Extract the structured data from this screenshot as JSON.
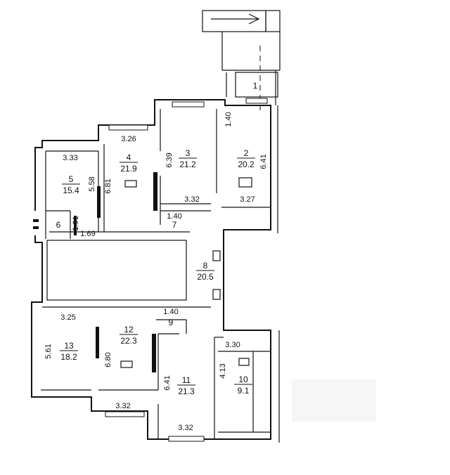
{
  "rooms": [
    {
      "id": "1",
      "area": ""
    },
    {
      "id": "2",
      "area": "20.2"
    },
    {
      "id": "3",
      "area": "21.2"
    },
    {
      "id": "4",
      "area": "21.9"
    },
    {
      "id": "5",
      "area": "15.4"
    },
    {
      "id": "6",
      "area": ""
    },
    {
      "id": "7",
      "area": ""
    },
    {
      "id": "8",
      "area": "20.5"
    },
    {
      "id": "9",
      "area": ""
    },
    {
      "id": "10",
      "area": "9.1"
    },
    {
      "id": "11",
      "area": "21.3"
    },
    {
      "id": "12",
      "area": "22.3"
    },
    {
      "id": "13",
      "area": "18.2"
    }
  ],
  "dimensions": [
    "3.26",
    "3.33",
    "6.39",
    "1.40",
    "6.41",
    "5.58",
    "6.81",
    "3.32",
    "3.27",
    "1.40",
    "1.91",
    "1.69",
    "3.25",
    "1.40",
    "5.61",
    "6.80",
    "3.30",
    "4.13",
    "6.41",
    "3.32",
    "3.32"
  ]
}
